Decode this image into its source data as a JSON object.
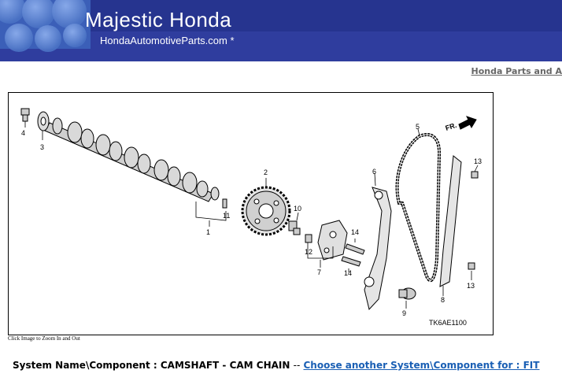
{
  "header": {
    "title": "Majestic Honda",
    "subtitle": "HondaAutomotiveParts.com *"
  },
  "top_link": "Honda Parts and A",
  "diagram": {
    "caption": "Click Image to Zoom In and Out",
    "callouts": [
      "1",
      "2",
      "3",
      "4",
      "5",
      "6",
      "7",
      "8",
      "9",
      "10",
      "11",
      "12",
      "13",
      "13",
      "14",
      "14"
    ],
    "direction_label": "FR.",
    "code": "TK6AE1100"
  },
  "system": {
    "label": "System Name\\Component :",
    "value": "CAMSHAFT - CAM CHAIN",
    "separator": "--",
    "link": "Choose another System\\Component for : FIT"
  }
}
